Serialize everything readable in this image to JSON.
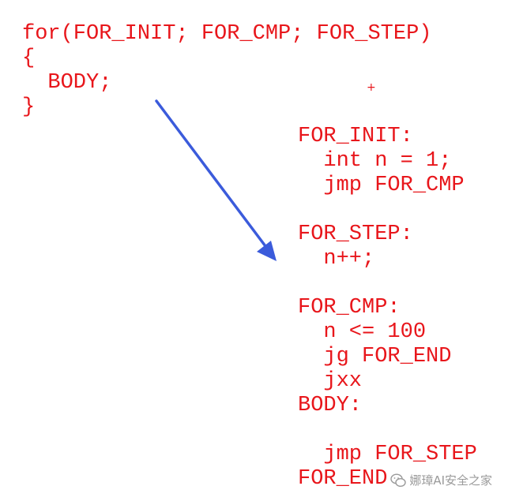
{
  "colors": {
    "code": "#e8161b",
    "arrow": "#3b5bdb",
    "background": "#ffffff",
    "watermark": "#9a9a9a"
  },
  "left_code": [
    "for(FOR_INIT; FOR_CMP; FOR_STEP)",
    "{",
    "  BODY;",
    "}"
  ],
  "right_code": [
    "FOR_INIT:",
    "  int n = 1;",
    "  jmp FOR_CMP",
    "",
    "FOR_STEP:",
    "  n++;",
    "",
    "FOR_CMP:",
    "  n <= 100",
    "  jg FOR_END",
    "  jxx",
    "BODY:",
    "",
    "  jmp FOR_STEP",
    "FOR_END"
  ],
  "marker": "+",
  "arrow_icon": "arrow-down-right",
  "watermark": {
    "icon": "wechat-icon",
    "text": "娜璋AI安全之家"
  }
}
